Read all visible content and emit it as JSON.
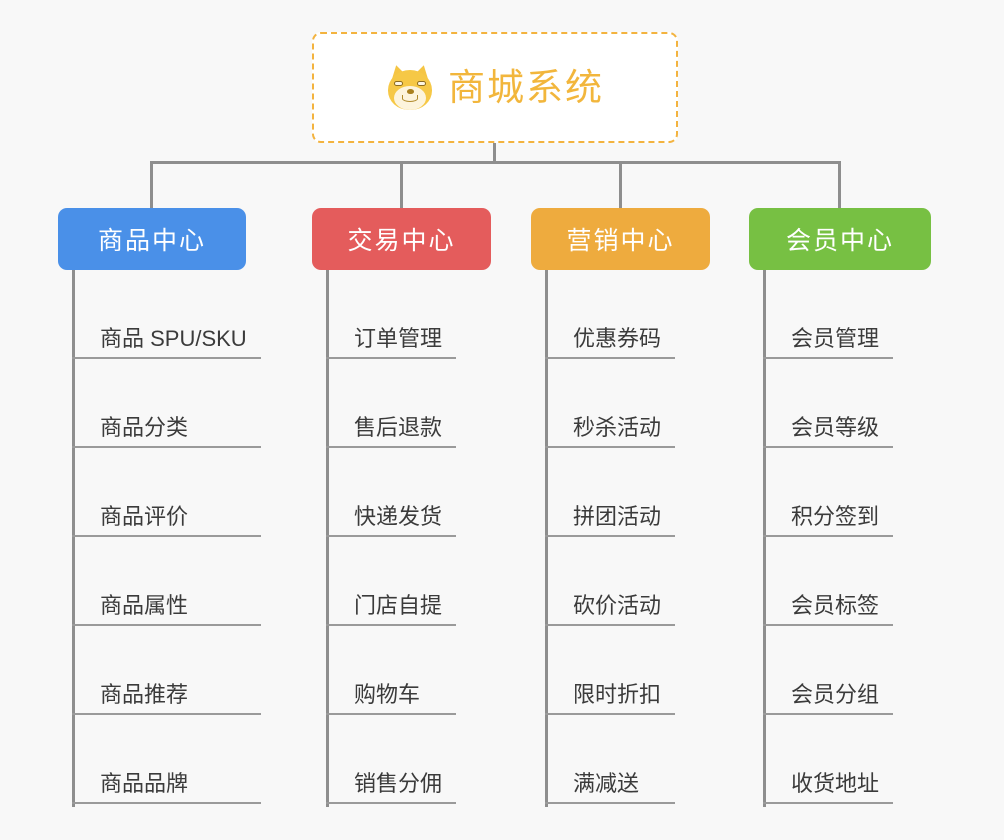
{
  "page": {
    "background_color": "#f8f8f8",
    "connector_color": "#8e8e8e"
  },
  "root": {
    "title": "商城系统",
    "icon": "shiba-dog-face-emoji",
    "text_color": "#f2b63c",
    "border_color": "#f3b33f",
    "background_color": "#ffffff"
  },
  "columns": [
    {
      "title": "商品中心",
      "color": "#4a90e8",
      "items": [
        "商品 SPU/SKU",
        "商品分类",
        "商品评价",
        "商品属性",
        "商品推荐",
        "商品品牌"
      ]
    },
    {
      "title": "交易中心",
      "color": "#e45c5c",
      "items": [
        "订单管理",
        "售后退款",
        "快递发货",
        "门店自提",
        "购物车",
        "销售分佣"
      ]
    },
    {
      "title": "营销中心",
      "color": "#eeab3e",
      "items": [
        "优惠券码",
        "秒杀活动",
        "拼团活动",
        "砍价活动",
        "限时折扣",
        "满减送"
      ]
    },
    {
      "title": "会员中心",
      "color": "#77c043",
      "items": [
        "会员管理",
        "会员等级",
        "积分签到",
        "会员标签",
        "会员分组",
        "收货地址"
      ]
    }
  ]
}
